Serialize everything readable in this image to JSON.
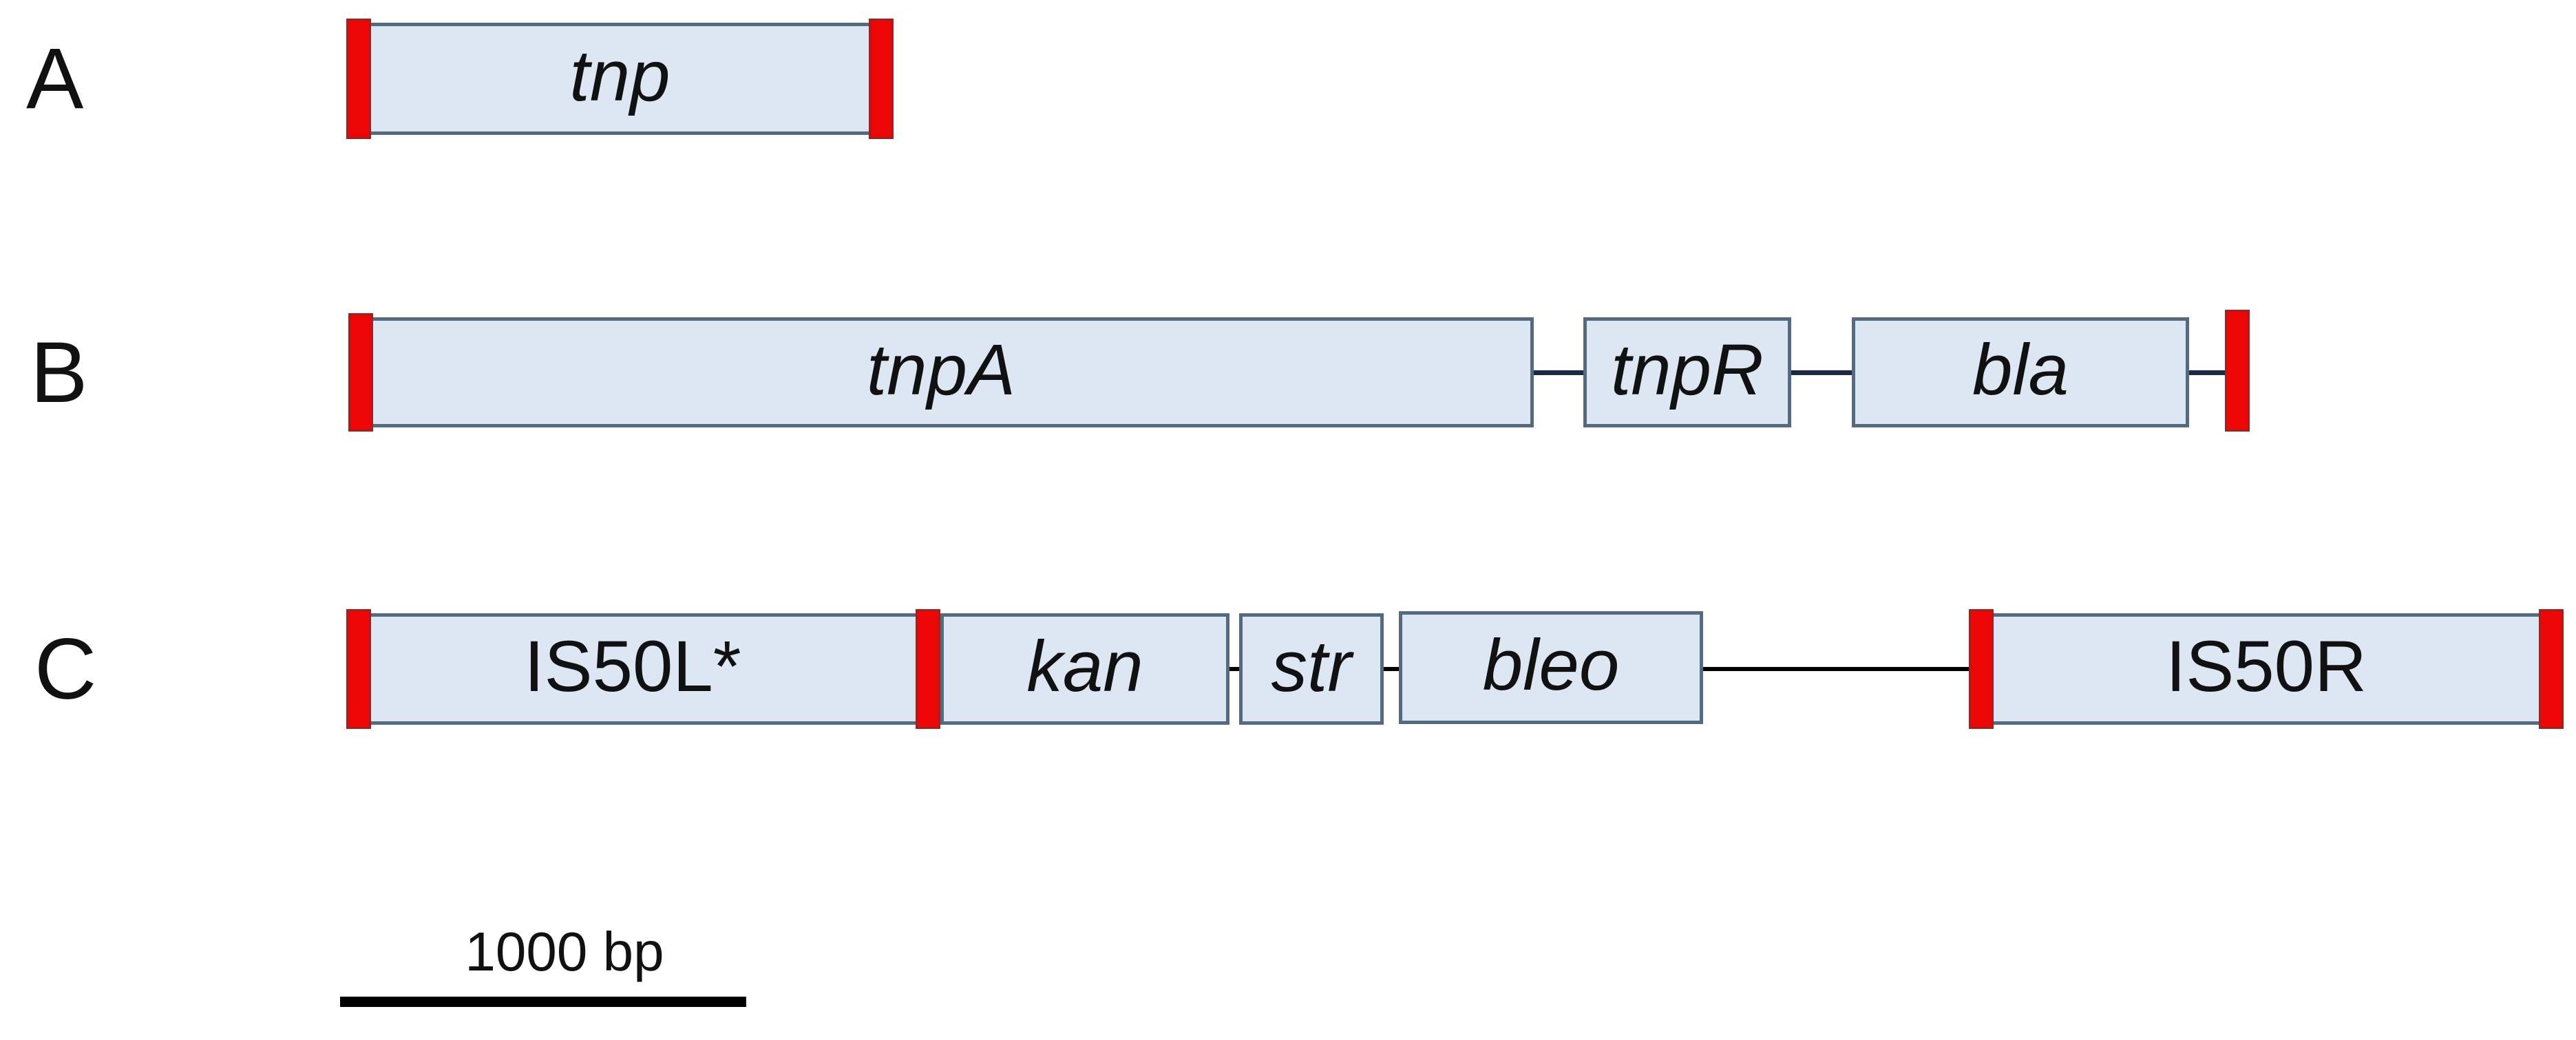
{
  "diagram": {
    "description_rows": [
      {
        "label": "A",
        "elements": [
          {
            "label": "tnp"
          }
        ]
      },
      {
        "label": "B",
        "elements": [
          {
            "label": "tnpA"
          },
          {
            "label": "tnpR"
          },
          {
            "label": "bla"
          }
        ]
      },
      {
        "label": "C",
        "elements": [
          {
            "label": "IS50L*"
          },
          {
            "label": "kan"
          },
          {
            "label": "str"
          },
          {
            "label": "bleo"
          },
          {
            "label": "IS50R"
          }
        ]
      }
    ],
    "scale_bar": {
      "label": "1000 bp"
    },
    "colors": {
      "background": "#ffffff",
      "box_fill": "#dce7f3",
      "box_border": "#546a80",
      "repeat_fill": "#ee0505",
      "repeat_border": "#a12121",
      "connector": "#1b2a44",
      "line": "#000000",
      "text": "#111111"
    }
  }
}
